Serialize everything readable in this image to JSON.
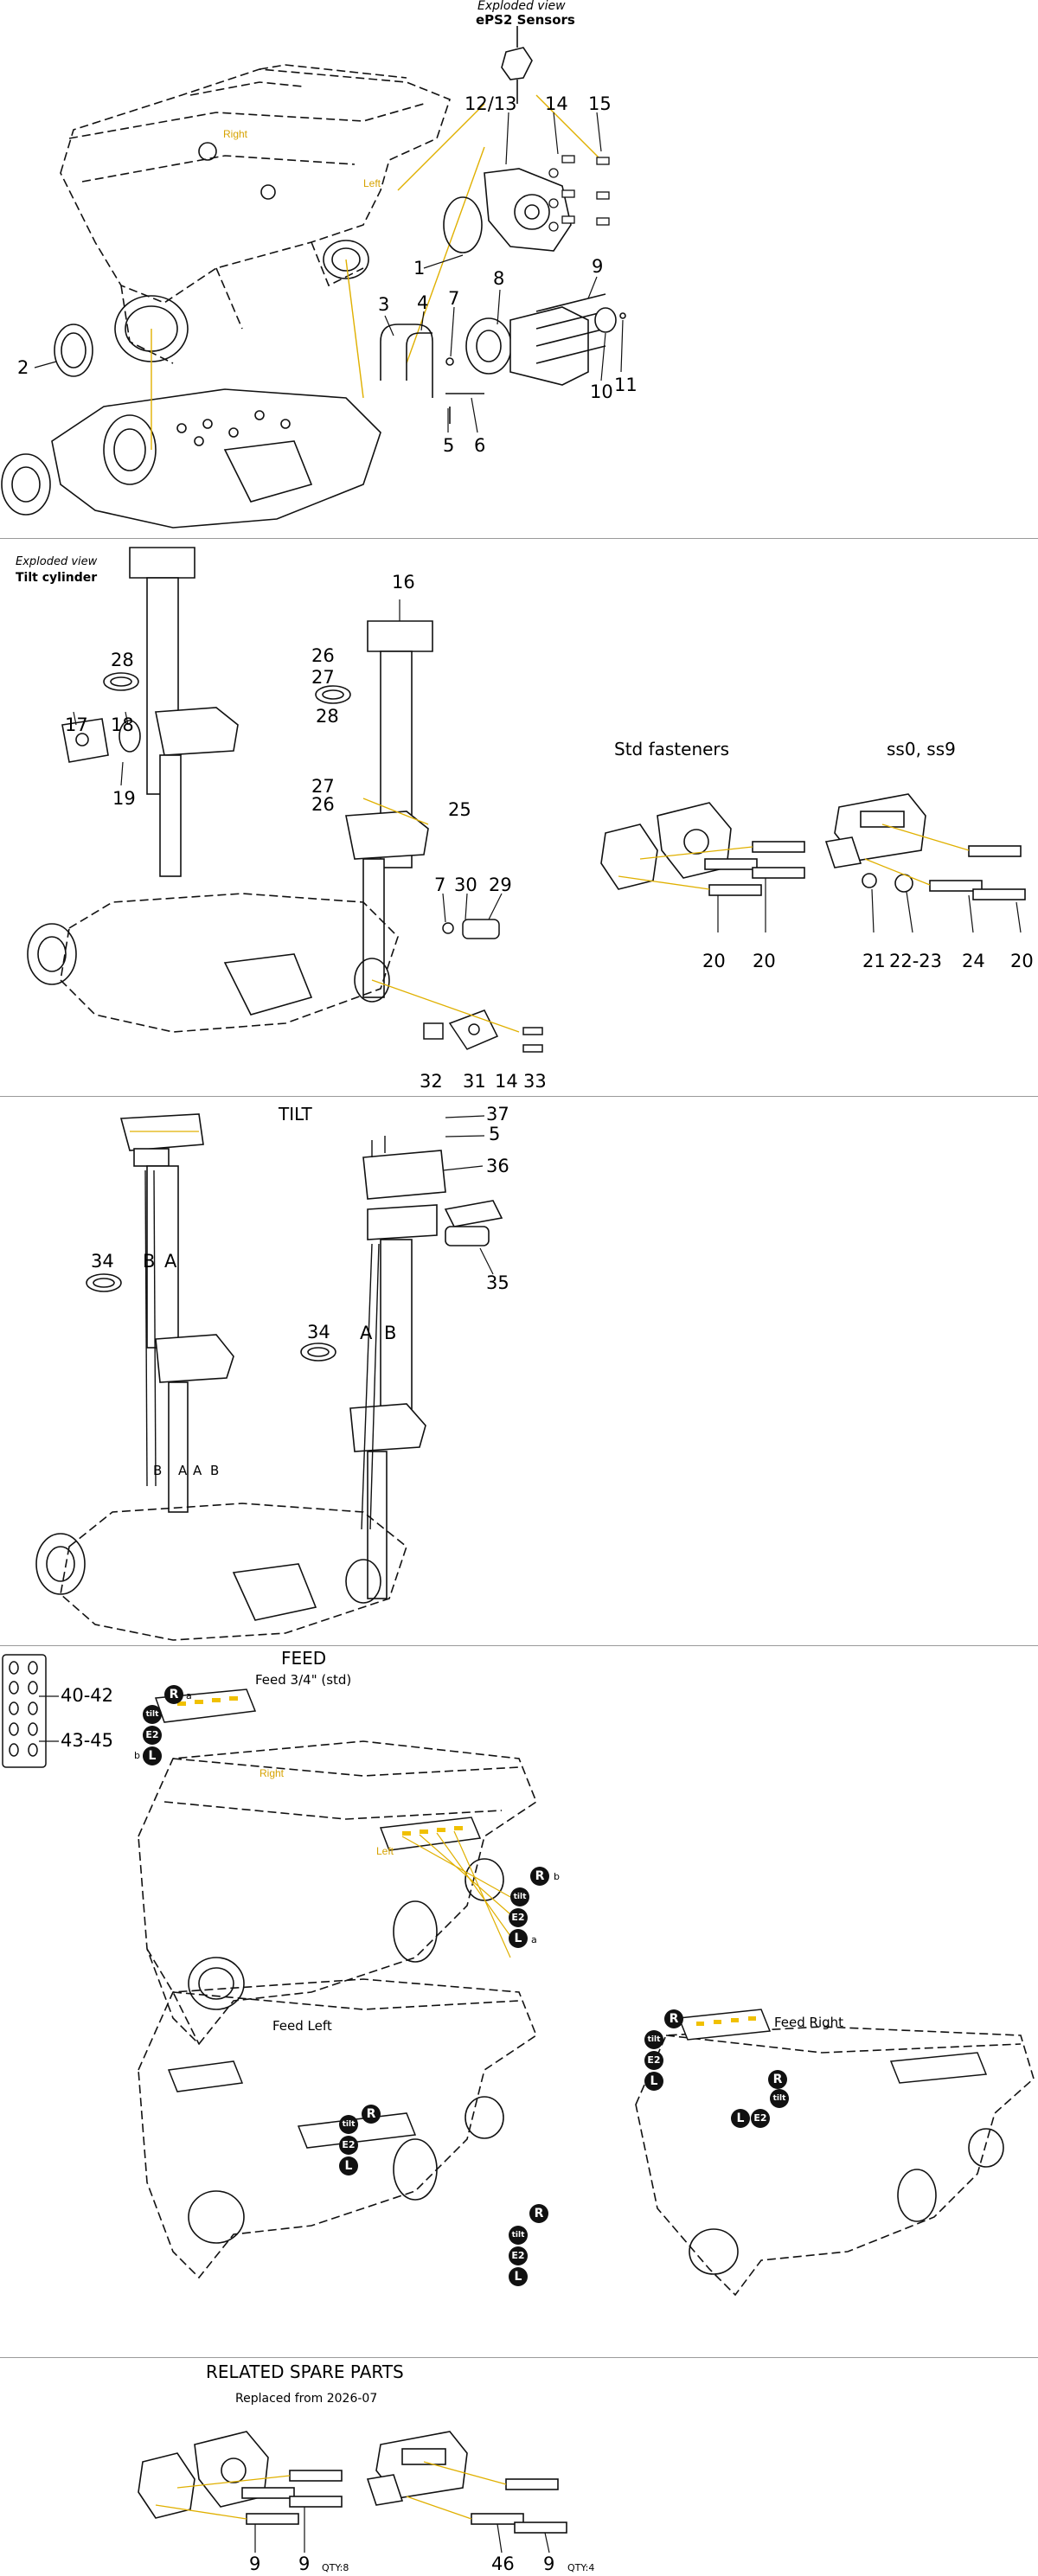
{
  "section1": {
    "exploded_label": "Exploded view",
    "sensor_label": "ePS2 Sensors",
    "callouts": [
      "1",
      "2",
      "3",
      "4",
      "5",
      "6",
      "7",
      "8",
      "9",
      "10",
      "11",
      "12/13",
      "14",
      "15"
    ],
    "yellow_right": "Right",
    "yellow_left": "Left"
  },
  "section2": {
    "exploded_label": "Exploded view",
    "cylinder_label": "Tilt cylinder",
    "callouts": [
      "16",
      "17",
      "18",
      "19",
      "25",
      "26",
      "26",
      "27",
      "27",
      "28",
      "28",
      "29",
      "30",
      "7",
      "31",
      "32",
      "14",
      "33"
    ],
    "std_fasteners": "Std fasteners",
    "ss_label": "ss0, ss9",
    "fastener_callouts": [
      "20",
      "20",
      "21",
      "22-23",
      "24",
      "20"
    ]
  },
  "section3": {
    "title": "TILT",
    "callouts": [
      "37",
      "5",
      "36",
      "35",
      "34",
      "34"
    ],
    "hose_labels": [
      "B",
      "A",
      "A",
      "B",
      "B",
      "A",
      "A",
      "B"
    ]
  },
  "section4": {
    "title": "FEED",
    "subtitle": "Feed 3/4\" (std)",
    "side_callouts": [
      "40-42",
      "43-45"
    ],
    "feed_left": "Feed Left",
    "feed_right": "Feed Right",
    "badges": [
      "R",
      "tilt",
      "E2",
      "L"
    ],
    "badge_subs": [
      "a",
      "b"
    ],
    "yellow_right": "Right",
    "yellow_left": "Left"
  },
  "section5": {
    "title": "RELATED SPARE PARTS",
    "replaced": "Replaced from 2026-07",
    "callouts": [
      "9",
      "9",
      "46",
      "9"
    ],
    "qty1": "QTY:8",
    "qty2": "QTY:4"
  }
}
